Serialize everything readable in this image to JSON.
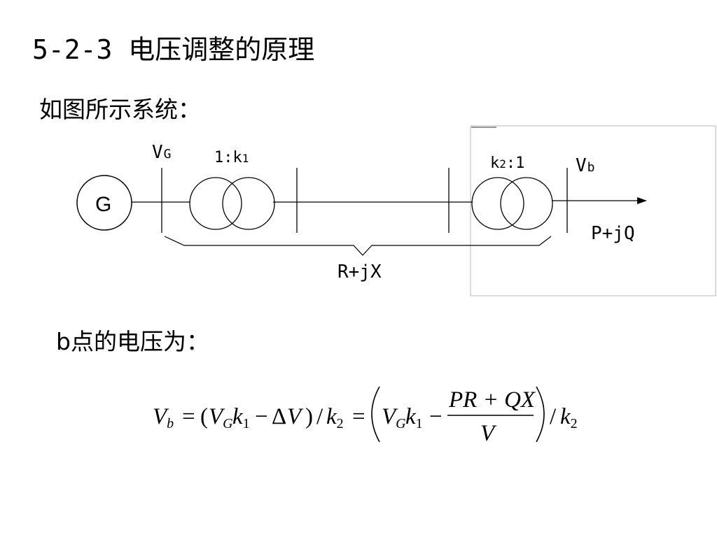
{
  "slide": {
    "title": "5-2-3 电压调整的原理",
    "intro": "如图所示系统：",
    "voltage_label": "b点的电压为："
  },
  "diagram": {
    "generator": "G",
    "vg_main": "V",
    "vg_sub": "G",
    "t1_ratio_main": "1:k",
    "t1_ratio_sub": "1",
    "t2_ratio_main": "k",
    "t2_ratio_sub": "2",
    "t2_ratio_tail": ":1",
    "vb_main": "V",
    "vb_sub": "b",
    "load": "P+jQ",
    "impedance": "R+jX"
  },
  "formula": {
    "Vb": "V",
    "b": "b",
    "eq1": "=",
    "lparen1": "(",
    "VG1": "V",
    "G1": "G",
    "k1a": "k",
    "s1a": "1",
    "minus1": "−",
    "delta": "Δ",
    "V1": "V",
    "rparen1": ")",
    "slash1": "/",
    "k2a": "k",
    "s2a": "2",
    "eq2": "=",
    "VG2": "V",
    "G2": "G",
    "k1b": "k",
    "s1b": "1",
    "minus2": "−",
    "numerator": "PR + QX",
    "denominator": "V",
    "slash2": "/",
    "k2b": "k",
    "s2b": "2"
  }
}
